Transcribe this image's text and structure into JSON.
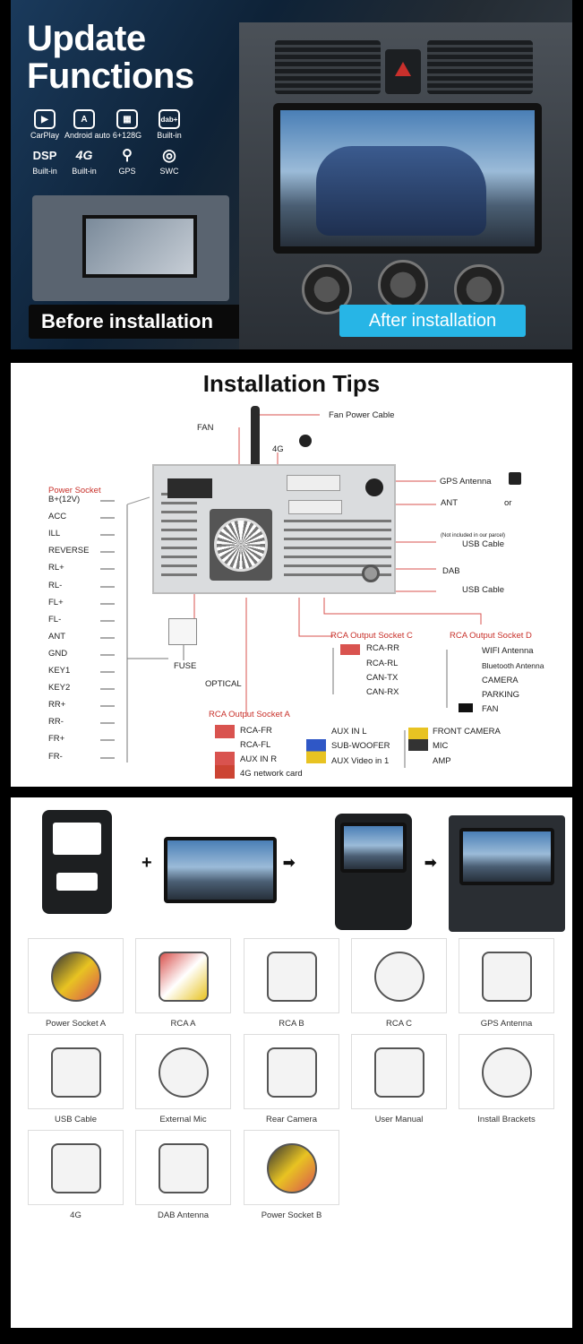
{
  "panel1": {
    "title_line1": "Update",
    "title_line2": "Functions",
    "features": [
      {
        "icon": "carplay-icon",
        "glyph": "▶",
        "label": "CarPlay"
      },
      {
        "icon": "android-auto-icon",
        "glyph": "A",
        "label": "Android auto"
      },
      {
        "icon": "chip-icon",
        "glyph": "▦",
        "label": "6+128G"
      },
      {
        "icon": "dab-icon",
        "glyph": "dab+",
        "label": "Built-in"
      },
      {
        "icon": "dsp-icon",
        "glyph": "DSP",
        "label": "Built-in"
      },
      {
        "icon": "4g-icon",
        "glyph": "4G",
        "label": "Built-in"
      },
      {
        "icon": "gps-icon",
        "glyph": "⚲",
        "label": "GPS"
      },
      {
        "icon": "steering-wheel-icon",
        "glyph": "◎",
        "label": "SWC"
      }
    ],
    "before_label": "Before installation",
    "after_label": "After installation"
  },
  "panel2": {
    "title": "Installation Tips",
    "top": {
      "fan": "FAN",
      "fan_power_cable": "Fan Power Cable",
      "fourg": "4G"
    },
    "right": {
      "gps_antenna": "GPS Antenna",
      "ant": "ANT",
      "or": "or",
      "not_included": "(Not included in our parcel)",
      "usb_cable_1": "USB Cable",
      "dab": "DAB",
      "usb_cable_2": "USB Cable"
    },
    "power_socket": {
      "title": "Power Socket",
      "pins": [
        {
          "label": "B+(12V)",
          "color": "#e8c322"
        },
        {
          "label": "ACC",
          "color": "#e34b2a"
        },
        {
          "label": "ILL",
          "color": "#f0a066"
        },
        {
          "label": "REVERSE",
          "color": "#e07a7a"
        },
        {
          "label": "RL+",
          "color": "#2aa06a"
        },
        {
          "label": "RL-",
          "color": "#666666"
        },
        {
          "label": "FL+",
          "color": "#f3f3f3"
        },
        {
          "label": "FL-",
          "color": "#999999"
        },
        {
          "label": "ANT",
          "color": "#2f57c6"
        },
        {
          "label": "GND",
          "color": "#111111"
        },
        {
          "label": "KEY1",
          "color": "#7a5a3a"
        },
        {
          "label": "KEY2",
          "color": "#7a5a3a"
        },
        {
          "label": "RR+",
          "color": "#8a3fb0"
        },
        {
          "label": "RR-",
          "color": "#555555"
        },
        {
          "label": "FR+",
          "color": "#999999"
        },
        {
          "label": "FR-",
          "color": "#777777"
        }
      ]
    },
    "fuse": "FUSE",
    "optical": "OPTICAL",
    "rca_a": {
      "title": "RCA Output Socket A",
      "items": [
        "RCA-FR",
        "RCA-FL",
        "AUX IN R",
        "4G network card"
      ]
    },
    "aux_group": {
      "items": [
        "AUX IN L",
        "SUB-WOOFER",
        "AUX Video in 1"
      ]
    },
    "camera_group": {
      "items": [
        "FRONT CAMERA",
        "MIC",
        "AMP"
      ]
    },
    "rca_c": {
      "title": "RCA Output Socket C",
      "items": [
        "RCA-RR",
        "RCA-RL",
        "CAN-TX",
        "CAN-RX"
      ]
    },
    "rca_d": {
      "title": "RCA Output Socket D",
      "items": [
        "WIFI Antenna",
        "Bluetooth Antenna",
        "CAMERA",
        "PARKING",
        "FAN"
      ]
    }
  },
  "panel3": {
    "arrow": "➡",
    "plus": "+",
    "accessories": [
      {
        "label": "Power Socket A",
        "icon": "power-socket-harness-icon"
      },
      {
        "label": "RCA  A",
        "icon": "rca-cable-icon"
      },
      {
        "label": "RCA  B",
        "icon": "rca-cable-icon"
      },
      {
        "label": "RCA  C",
        "icon": "rca-cable-icon"
      },
      {
        "label": "GPS Antenna",
        "icon": "gps-antenna-icon"
      },
      {
        "label": "USB Cable",
        "icon": "usb-cable-icon"
      },
      {
        "label": "External Mic",
        "icon": "microphone-icon"
      },
      {
        "label": "Rear Camera",
        "icon": "camera-icon"
      },
      {
        "label": "User Manual",
        "icon": "manual-icon"
      },
      {
        "label": "Install Brackets",
        "icon": "bracket-icon"
      },
      {
        "label": "4G",
        "icon": "4g-antenna-icon"
      },
      {
        "label": "DAB Antenna",
        "icon": "dab-antenna-icon"
      },
      {
        "label": "Power Socket B",
        "icon": "power-socket-harness-icon"
      }
    ]
  }
}
